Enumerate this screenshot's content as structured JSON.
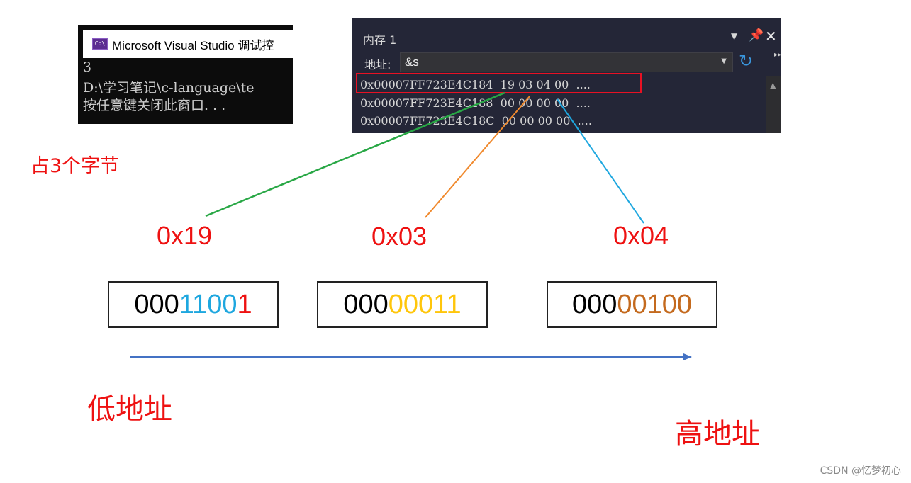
{
  "console": {
    "icon_text": "C:\\",
    "title": "Microsoft Visual Studio 调试控",
    "lines": [
      "3",
      "D:\\学习笔记\\c-language\\te",
      "按任意键关闭此窗口. . ."
    ]
  },
  "memory_window": {
    "title": "内存 1",
    "address_label": "地址:",
    "address_value": "&s",
    "rows": [
      "0x00007FF723E4C184  19 03 04 00  ....",
      "0x00007FF723E4C188  00 00 00 00  ....",
      "0x00007FF723E4C18C  00 00 00 00  ...."
    ]
  },
  "annotations": {
    "size_note": "占3个字节",
    "hex_labels": [
      "0x19",
      "0x03",
      "0x04"
    ],
    "low_address": "低地址",
    "high_address": "高地址"
  },
  "byte_boxes": [
    {
      "prefix": "000",
      "rest": [
        {
          "text": "1100",
          "color": "#1ea7df"
        },
        {
          "text": "1",
          "color": "#ee1111"
        }
      ]
    },
    {
      "prefix": "000",
      "rest": [
        {
          "text": "00011",
          "color": "#ffc60b"
        }
      ]
    },
    {
      "prefix": "000",
      "rest": [
        {
          "text": "00100",
          "color": "#c46a1e"
        }
      ]
    }
  ],
  "connector_colors": {
    "green": "#28a745",
    "orange": "#f0892d",
    "blue": "#1ea7df",
    "arrow": "#4472c4"
  },
  "watermark": "CSDN @忆梦初心"
}
